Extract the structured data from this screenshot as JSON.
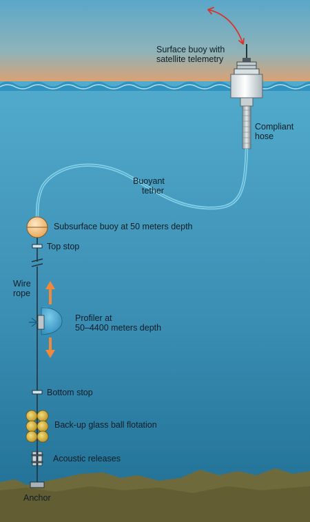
{
  "labels": {
    "surface_buoy_line1": "Surface buoy with",
    "surface_buoy_line2": "satellite telemetry",
    "compliant_line1": "Compliant",
    "compliant_line2": "hose",
    "tether_line1": "Buoyant",
    "tether_line2": "tether",
    "subsurface_buoy": "Subsurface buoy at 50 meters depth",
    "top_stop": "Top stop",
    "wire_line1": "Wire",
    "wire_line2": "rope",
    "profiler_line1": "Profiler at",
    "profiler_line2": "50–4400 meters depth",
    "bottom_stop": "Bottom stop",
    "flotation": "Back-up glass ball flotation",
    "releases": "Acoustic releases",
    "anchor": "Anchor"
  },
  "colors": {
    "sky_top": "#5aa7c9",
    "sky_horizon": "#dca274",
    "ocean_top": "#4fa6c7",
    "ocean_bottom": "#1f6e93",
    "wave": "#2f93c0",
    "seafloor": "#6f6a3c",
    "arrow_red": "#d9342b",
    "arrow_orange": "#f08a3a",
    "buoy_orange": "#f6c98a",
    "profiler_blue": "#3a9fcf",
    "flotation_yellow": "#e5c24e"
  }
}
